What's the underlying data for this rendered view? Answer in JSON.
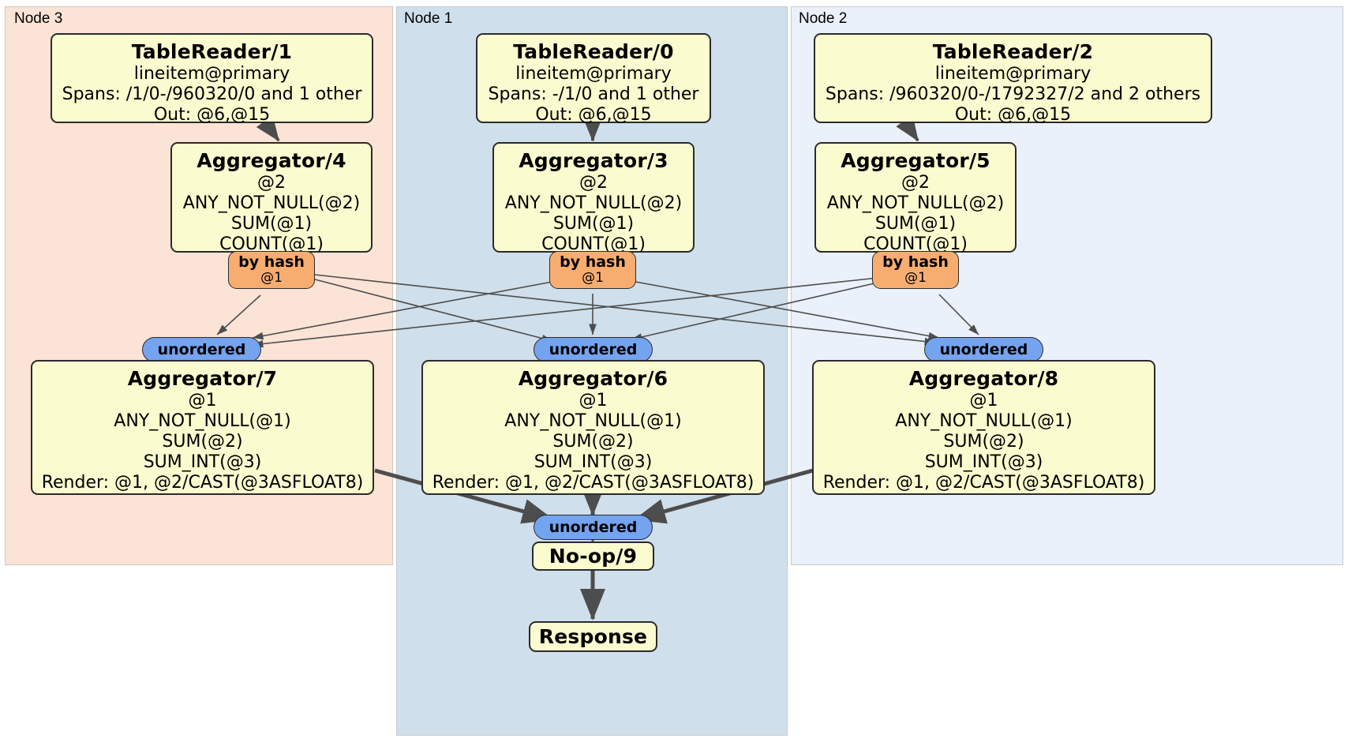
{
  "diagram": {
    "type": "distributed-query-plan",
    "colors": {
      "node3_bg": "#fbe3d6",
      "node1_bg": "#cfdfeb",
      "node2_bg": "#eaf1fb",
      "box_fill": "#fbfbd0",
      "box_stroke": "#2b2b2b",
      "hash_badge": "#f7ad70",
      "unordered_badge": "#74a3f0",
      "edge": "#4d4d4d"
    },
    "clusters": [
      {
        "id": "node3",
        "label": "Node 3"
      },
      {
        "id": "node1",
        "label": "Node 1"
      },
      {
        "id": "node2",
        "label": "Node 2"
      }
    ],
    "nodes": {
      "tr1": {
        "title": "TableReader/1",
        "lines": [
          "lineitem@primary",
          "Spans: /1/0-/960320/0 and 1 other",
          "Out: @6,@15"
        ]
      },
      "tr0": {
        "title": "TableReader/0",
        "lines": [
          "lineitem@primary",
          "Spans: -/1/0 and 1 other",
          "Out: @6,@15"
        ]
      },
      "tr2": {
        "title": "TableReader/2",
        "lines": [
          "lineitem@primary",
          "Spans: /960320/0-/1792327/2 and 2 others",
          "Out: @6,@15"
        ]
      },
      "agg4": {
        "title": "Aggregator/4",
        "lines": [
          "@2",
          "ANY_NOT_NULL(@2)",
          "SUM(@1)",
          "COUNT(@1)"
        ]
      },
      "agg3": {
        "title": "Aggregator/3",
        "lines": [
          "@2",
          "ANY_NOT_NULL(@2)",
          "SUM(@1)",
          "COUNT(@1)"
        ]
      },
      "agg5": {
        "title": "Aggregator/5",
        "lines": [
          "@2",
          "ANY_NOT_NULL(@2)",
          "SUM(@1)",
          "COUNT(@1)"
        ]
      },
      "agg7": {
        "title": "Aggregator/7",
        "lines": [
          "@1",
          "ANY_NOT_NULL(@1)",
          "SUM(@2)",
          "SUM_INT(@3)",
          "Render: @1, @2/CAST(@3ASFLOAT8)"
        ]
      },
      "agg6": {
        "title": "Aggregator/6",
        "lines": [
          "@1",
          "ANY_NOT_NULL(@1)",
          "SUM(@2)",
          "SUM_INT(@3)",
          "Render: @1, @2/CAST(@3ASFLOAT8)"
        ]
      },
      "agg8": {
        "title": "Aggregator/8",
        "lines": [
          "@1",
          "ANY_NOT_NULL(@1)",
          "SUM(@2)",
          "SUM_INT(@3)",
          "Render: @1, @2/CAST(@3ASFLOAT8)"
        ]
      },
      "noop9": {
        "title": "No-op/9",
        "lines": []
      },
      "response": {
        "title": "Response",
        "lines": []
      }
    },
    "badges": {
      "hash_left": {
        "line1": "by hash",
        "line2": "@1"
      },
      "hash_center": {
        "line1": "by hash",
        "line2": "@1"
      },
      "hash_right": {
        "line1": "by hash",
        "line2": "@1"
      },
      "unordered_left": {
        "line1": "unordered",
        "line2": ""
      },
      "unordered_center": {
        "line1": "unordered",
        "line2": ""
      },
      "unordered_right": {
        "line1": "unordered",
        "line2": ""
      },
      "unordered_final": {
        "line1": "unordered",
        "line2": ""
      }
    }
  }
}
